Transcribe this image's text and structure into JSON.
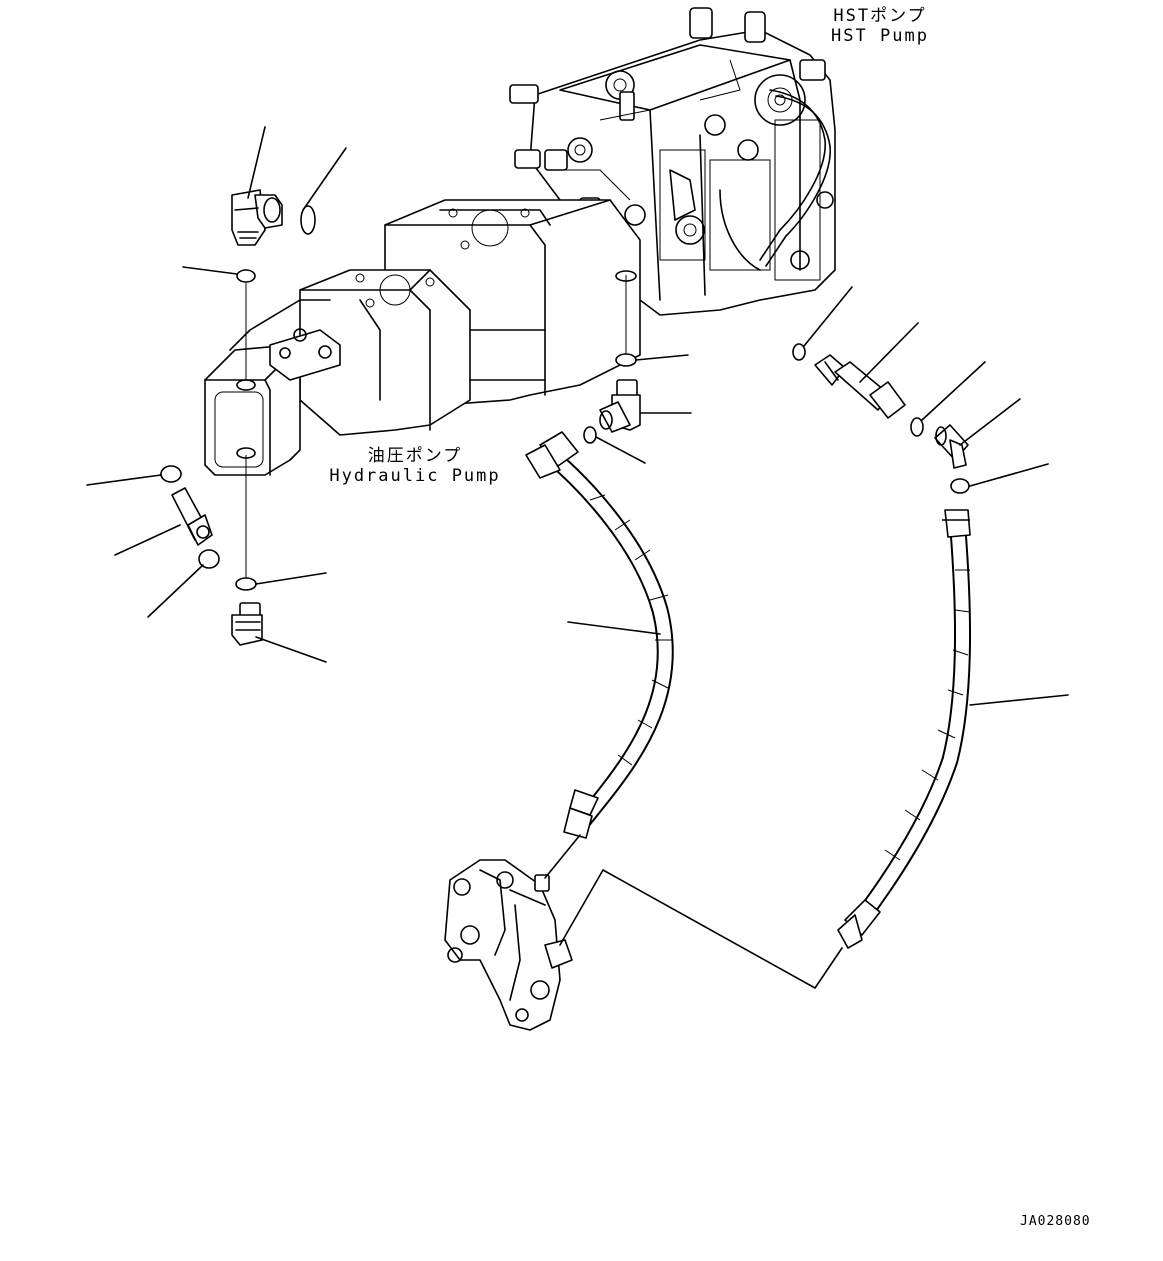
{
  "labels": {
    "hst_pump_jp": "HSTポンプ",
    "hst_pump_en": "HST Pump",
    "hydraulic_pump_jp": "油圧ポンプ",
    "hydraulic_pump_en": "Hydraulic Pump"
  },
  "drawing_id": "JA028080"
}
